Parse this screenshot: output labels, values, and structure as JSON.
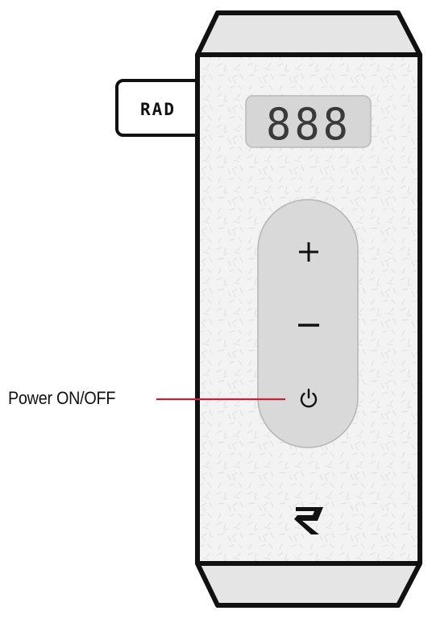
{
  "brand": {
    "tab_logo_text": "RAD",
    "front_logo": "rad-r-logo"
  },
  "display": {
    "value": "888"
  },
  "buttons": {
    "plus_icon": "plus-icon",
    "minus_icon": "minus-icon",
    "power_icon": "power-icon"
  },
  "callout": {
    "label": "Power ON/OFF"
  },
  "colors": {
    "outline": "#111111",
    "body": "#f2f2f2",
    "caps": "#e6e6e6",
    "panel": "#d9d9d9",
    "display_bg": "#d6d6d6",
    "segments": "#3a3a3a",
    "callout_line": "#c0243a"
  }
}
